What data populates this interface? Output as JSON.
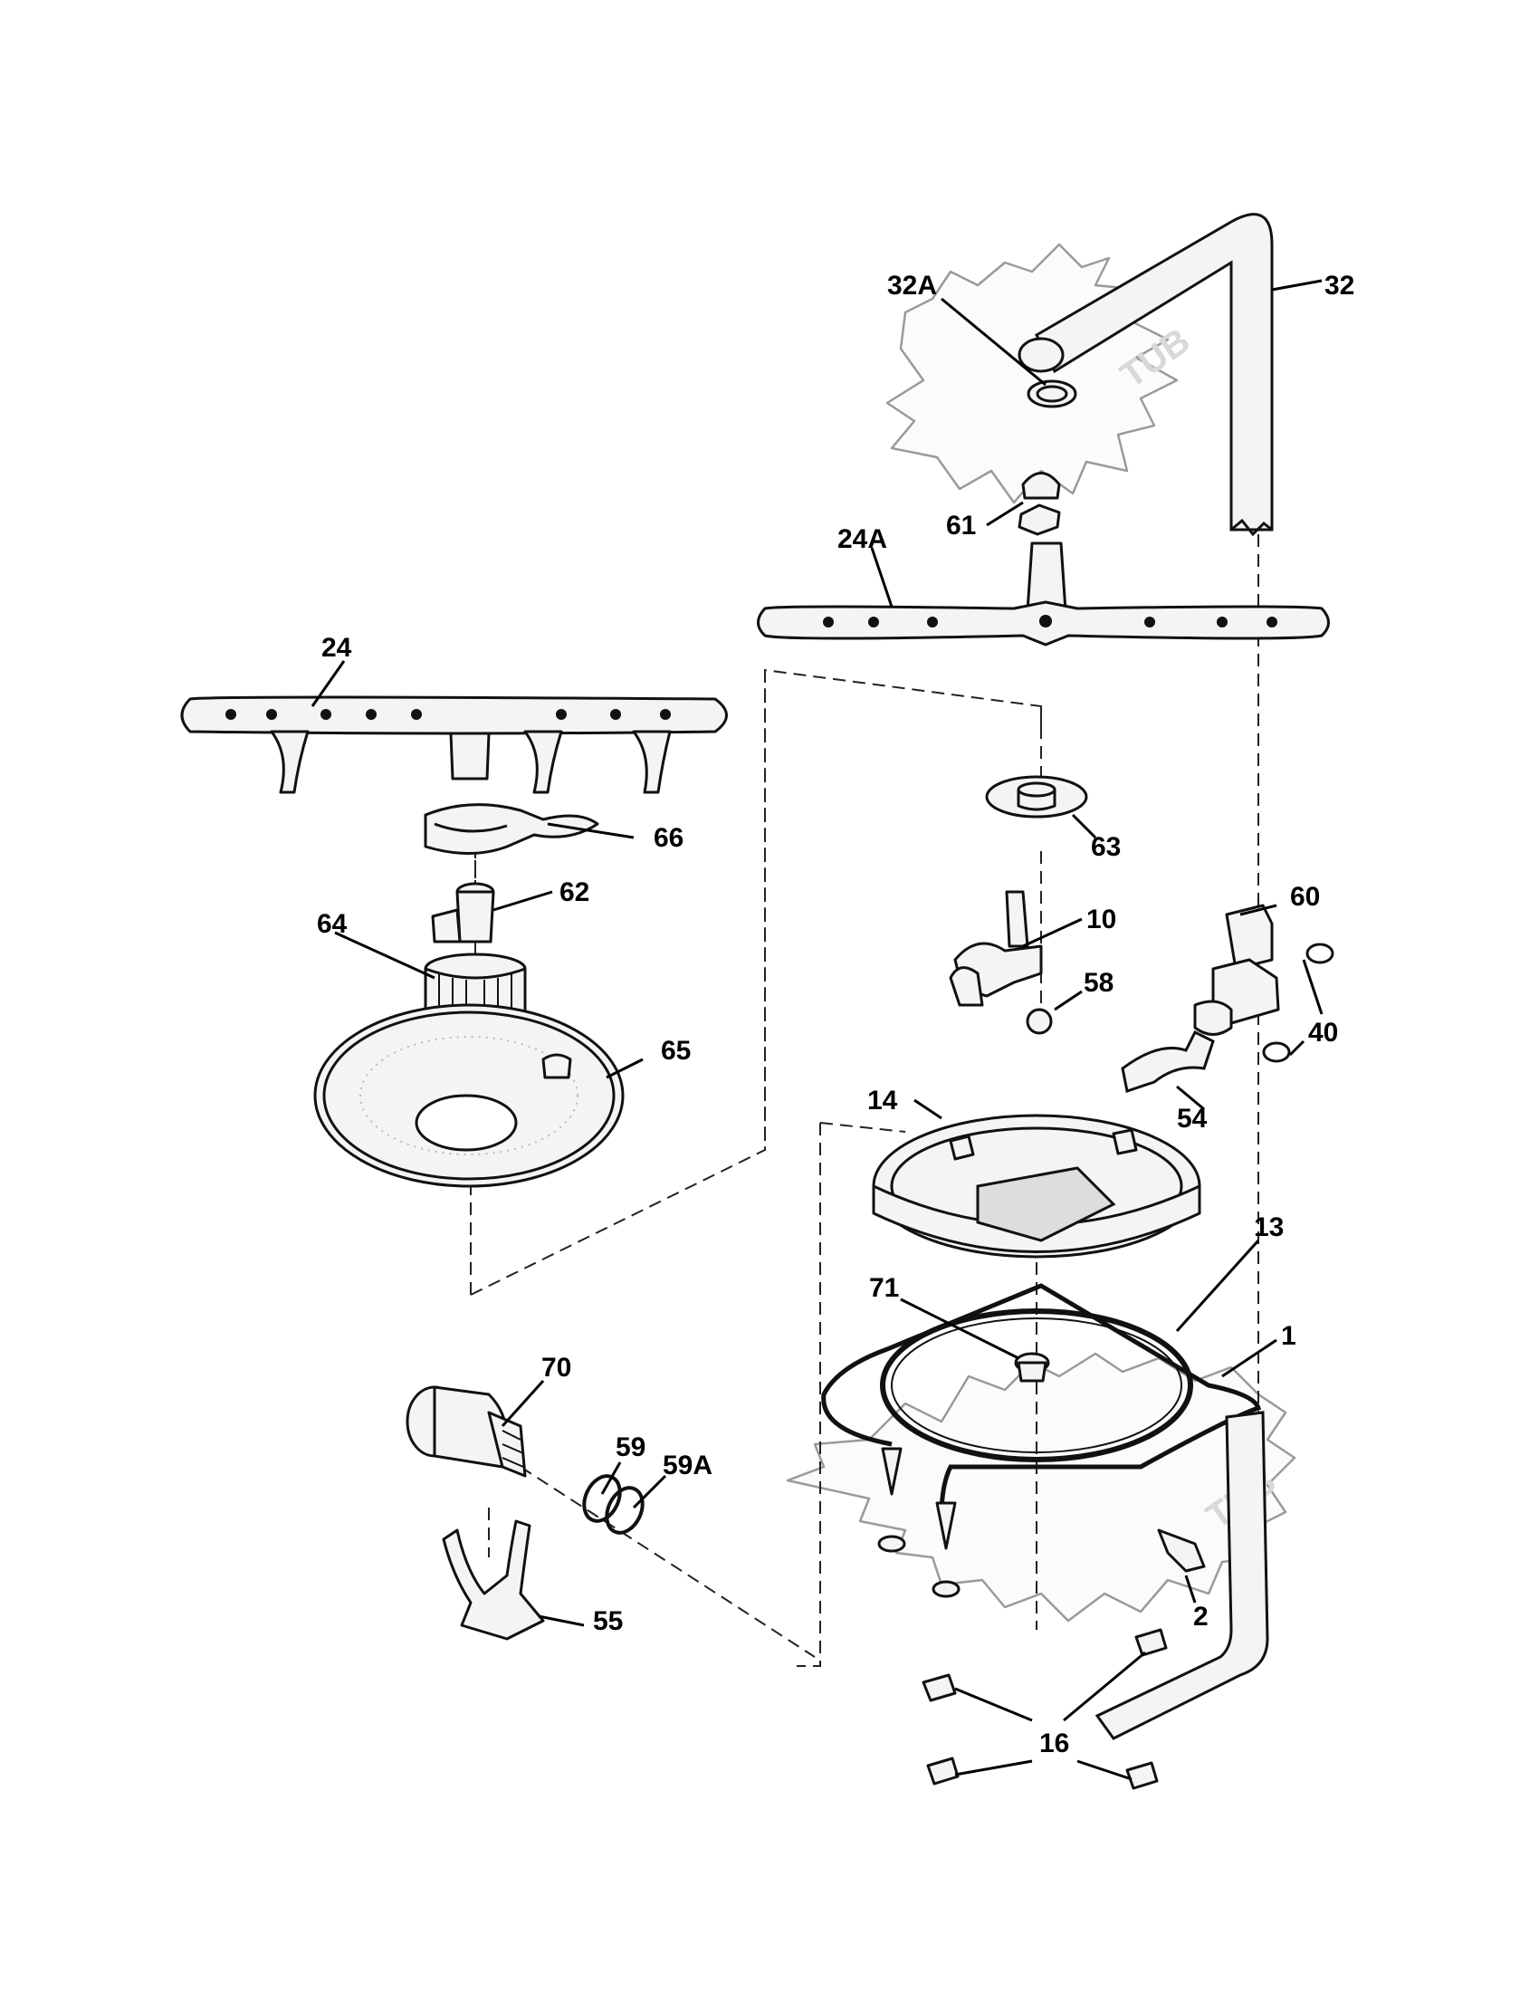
{
  "diagram": {
    "tub_label": "TUB",
    "callouts": [
      {
        "id": "c-32",
        "label": "32"
      },
      {
        "id": "c-32a",
        "label": "32A"
      },
      {
        "id": "c-61",
        "label": "61"
      },
      {
        "id": "c-24a",
        "label": "24A"
      },
      {
        "id": "c-24",
        "label": "24"
      },
      {
        "id": "c-66",
        "label": "66"
      },
      {
        "id": "c-63",
        "label": "63"
      },
      {
        "id": "c-62",
        "label": "62"
      },
      {
        "id": "c-64",
        "label": "64"
      },
      {
        "id": "c-10",
        "label": "10"
      },
      {
        "id": "c-60",
        "label": "60"
      },
      {
        "id": "c-58",
        "label": "58"
      },
      {
        "id": "c-65",
        "label": "65"
      },
      {
        "id": "c-40",
        "label": "40"
      },
      {
        "id": "c-54",
        "label": "54"
      },
      {
        "id": "c-14",
        "label": "14"
      },
      {
        "id": "c-13",
        "label": "13"
      },
      {
        "id": "c-71",
        "label": "71"
      },
      {
        "id": "c-1",
        "label": "1"
      },
      {
        "id": "c-70",
        "label": "70"
      },
      {
        "id": "c-59",
        "label": "59"
      },
      {
        "id": "c-59a",
        "label": "59A"
      },
      {
        "id": "c-55",
        "label": "55"
      },
      {
        "id": "c-2",
        "label": "2"
      },
      {
        "id": "c-16",
        "label": "16"
      }
    ]
  }
}
